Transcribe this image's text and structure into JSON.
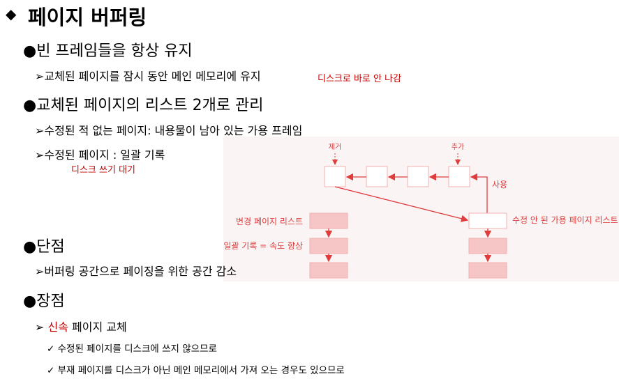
{
  "title": "페이지 버퍼링",
  "bullets": {
    "b1": "빈 프레임들을 항상 유지",
    "b1_1": "교체된 페이지를 잠시 동안 메인 메모리에 유지",
    "b1_1_note": "디스크로 바로 안 나감",
    "b2": "교체된 페이지의 리스트 2개로 관리",
    "b2_1": "수정된 적 없는 페이지: 내용물이 남아 있는 가용 프레임",
    "b2_2": "수정된 페이지 : 일괄 기록",
    "b2_2_note": "디스크 쓰기 대기",
    "b3": "단점",
    "b3_1": "버퍼링 공간으로 페이징을 위한 공간 감소",
    "b4": "장점",
    "b4_1_red": "신속",
    "b4_1_rest": " 페이지 교체",
    "b4_1_1": "수정된 페이지를 디스크에 쓰지 않으므로",
    "b4_1_2": "부재 페이지를 디스크가 아닌 메인 메모리에서 가져 오는 경우도 있으므로"
  },
  "diagram": {
    "remove": "제거",
    "add": "추가",
    "use": "사용",
    "modified_list": "변경 페이지 리스트",
    "batch_write": "일괄 기록 = 속도 향상",
    "free_list": "수정 안 된 가용 페이지 리스트"
  },
  "colors": {
    "accent": "#e03c3c",
    "box_fill": "#f6c6c6",
    "note": "#c00000"
  }
}
